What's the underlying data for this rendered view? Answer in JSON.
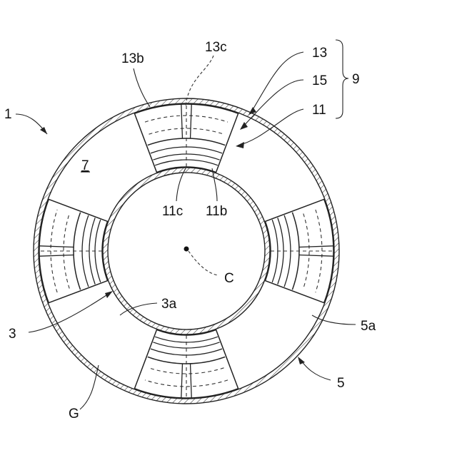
{
  "labels": {
    "device": "1",
    "inner_cylinder": "3",
    "inner_surface": "3a",
    "outer_cylinder": "5",
    "outer_surface": "5a",
    "space": "7",
    "assembly": "9",
    "part_11": "11",
    "part_11b": "11b",
    "part_11c": "11c",
    "part_13": "13",
    "part_13b": "13b",
    "part_13c": "13c",
    "part_15": "15",
    "center": "C",
    "gap": "G"
  }
}
